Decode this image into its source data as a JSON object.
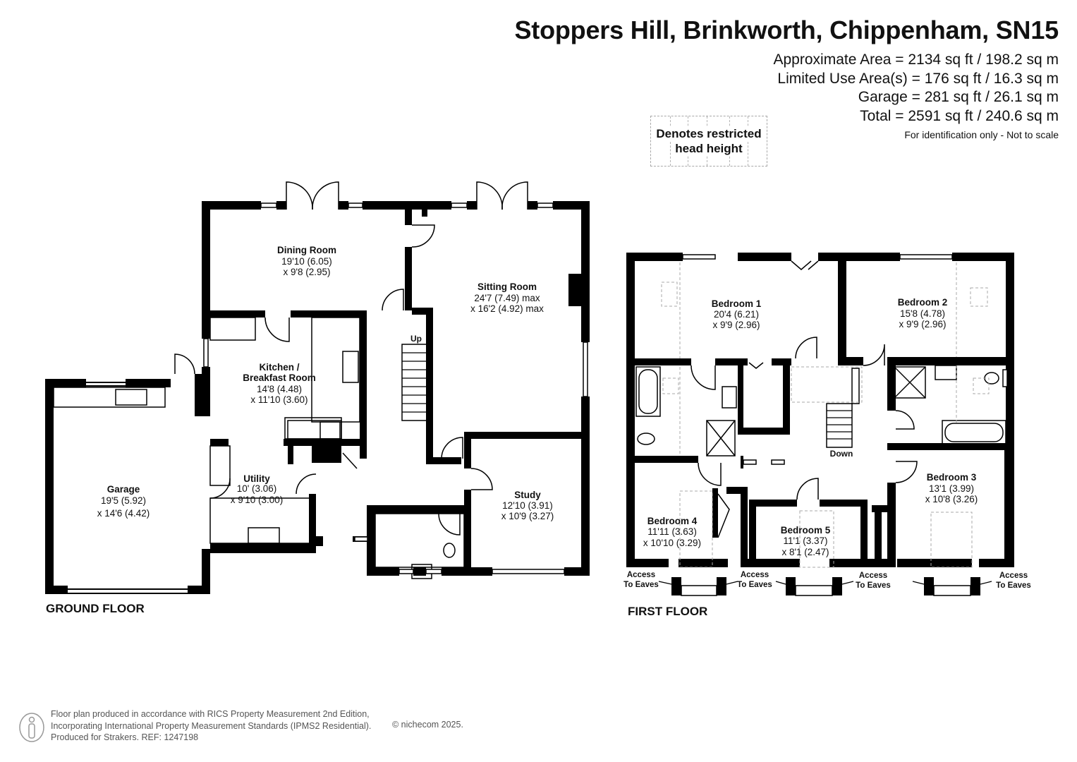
{
  "header": {
    "title": "Stoppers Hill, Brinkworth, Chippenham, SN15",
    "areas": [
      "Approximate Area = 2134 sq ft / 198.2 sq m",
      "Limited Use Area(s) = 176 sq ft / 16.3 sq m",
      "Garage = 281 sq ft / 26.1 sq m",
      "Total = 2591 sq ft / 240.6 sq m"
    ],
    "note": "For identification only - Not to scale"
  },
  "legend": {
    "line1": "Denotes restricted",
    "line2": "head height"
  },
  "ground_floor": {
    "label": "GROUND FLOOR",
    "rooms": [
      {
        "name": "Dining Room",
        "dims": [
          "19'10 (6.05)",
          "x 9'8 (2.95)"
        ]
      },
      {
        "name": "Sitting Room",
        "dims": [
          "24'7 (7.49) max",
          "x 16'2 (4.92) max"
        ]
      },
      {
        "name_lines": [
          "Kitchen /",
          "Breakfast Room"
        ],
        "dims": [
          "14'8 (4.48)",
          "x 11'10 (3.60)"
        ]
      },
      {
        "name": "Garage",
        "dims": [
          "19'5 (5.92)",
          "x 14'6 (4.42)"
        ]
      },
      {
        "name": "Utility",
        "dims": [
          "10' (3.06)",
          "x 9'10 (3.00)"
        ]
      },
      {
        "name": "Study",
        "dims": [
          "12'10 (3.91)",
          "x 10'9 (3.27)"
        ]
      }
    ],
    "stairs_label": "Up"
  },
  "first_floor": {
    "label": "FIRST FLOOR",
    "rooms": [
      {
        "name": "Bedroom 1",
        "dims": [
          "20'4 (6.21)",
          "x 9'9 (2.96)"
        ]
      },
      {
        "name": "Bedroom 2",
        "dims": [
          "15'8 (4.78)",
          "x 9'9 (2.96)"
        ]
      },
      {
        "name": "Bedroom 3",
        "dims": [
          "13'1 (3.99)",
          "x 10'8 (3.26)"
        ]
      },
      {
        "name": "Bedroom 4",
        "dims": [
          "11'11 (3.63)",
          "x 10'10 (3.29)"
        ]
      },
      {
        "name": "Bedroom 5",
        "dims": [
          "11'1 (3.37)",
          "x 8'1 (2.47)"
        ]
      }
    ],
    "stairs_label": "Down",
    "eaves": [
      "Access",
      "To Eaves"
    ]
  },
  "footer": {
    "lines": [
      "Floor plan produced in accordance with RICS Property Measurement 2nd Edition,",
      "Incorporating International Property Measurement Standards (IPMS2 Residential).",
      "Produced for Strakers.   REF: 1247198"
    ],
    "copyright": "© nichecom 2025."
  },
  "colors": {
    "wall": "#000000",
    "text": "#111111",
    "muted": "#555555",
    "dashed": "#a8a8a8"
  }
}
